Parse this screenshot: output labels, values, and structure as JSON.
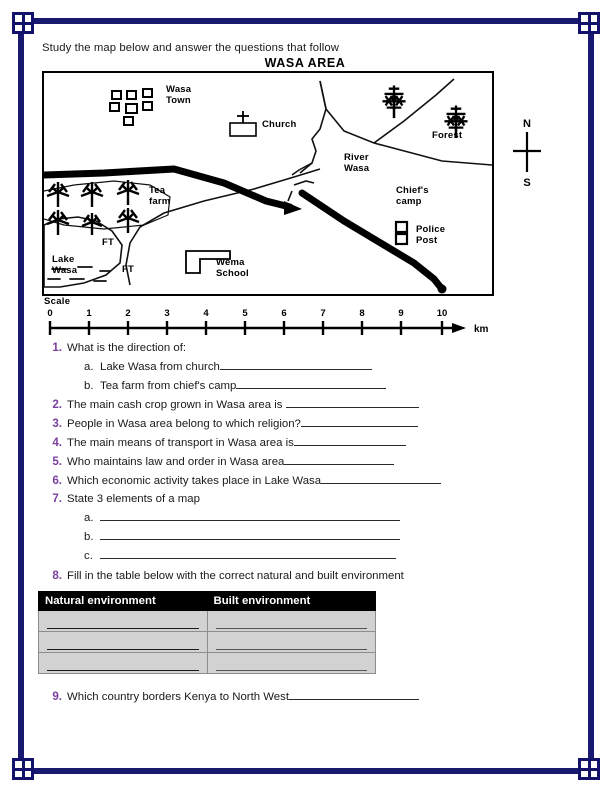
{
  "page": {
    "instruction": "Study the map below and answer the questions that follow",
    "border_color": "#191970"
  },
  "map": {
    "title": "WASA AREA",
    "labels": {
      "wasa_town": "Wasa\nTown",
      "church": "Church",
      "forest": "Forest",
      "river": "River\nWasa",
      "tea_farm": "Tea\nfarm",
      "chiefs_camp": "Chief's\ncamp",
      "police_post": "Police\nPost",
      "ft_upper": "FT",
      "ft_lower": "FT",
      "lake": "Lake\nWasa",
      "school": "Wema\nSchool"
    },
    "compass": {
      "north": "N",
      "south": "S"
    },
    "scale": {
      "word": "Scale",
      "unit": "km",
      "ticks": [
        "0",
        "1",
        "2",
        "3",
        "4",
        "5",
        "6",
        "7",
        "8",
        "9",
        "10"
      ]
    }
  },
  "questions": [
    {
      "number": "1.",
      "text": "What is the direction of:",
      "blank": 0,
      "subs": [
        {
          "letter": "a.",
          "text": "Lake Wasa from church",
          "blank": 152
        },
        {
          "letter": "b.",
          "text": "Tea farm from chief's camp",
          "blank": 150
        }
      ]
    },
    {
      "number": "2.",
      "text": "The main cash crop grown in Wasa area is ",
      "blank": 133
    },
    {
      "number": "3.",
      "text": "People in Wasa area belong to which religion?",
      "blank": 117
    },
    {
      "number": "4.",
      "text": "The main means of transport in Wasa area is",
      "blank": 112
    },
    {
      "number": "5.",
      "text": "Who maintains law and order in Wasa area",
      "blank": 110
    },
    {
      "number": "6.",
      "text": "Which economic activity takes place in Lake Wasa",
      "blank": 120
    },
    {
      "number": "7.",
      "text": "State 3 elements of a map",
      "blank": 0,
      "subs": [
        {
          "letter": "a.",
          "text": "",
          "blank": 300
        },
        {
          "letter": "b.",
          "text": "",
          "blank": 300
        },
        {
          "letter": "c.",
          "text": "",
          "blank": 296
        }
      ]
    },
    {
      "number": "8.",
      "text": "Fill in the table below with the correct natural and built environment",
      "blank": 0
    }
  ],
  "table": {
    "headers": [
      "Natural environment",
      "Built environment"
    ],
    "row_count": 3
  },
  "question9": {
    "number": "9.",
    "text": "Which country borders Kenya to North West",
    "blank": 130
  }
}
